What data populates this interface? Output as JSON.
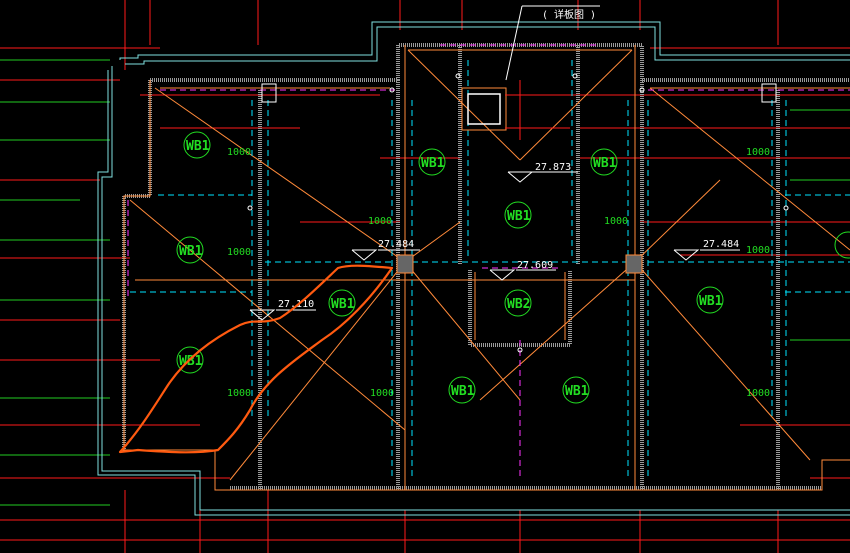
{
  "drawing": {
    "background": "#000000",
    "colors": {
      "grid_red": "#ff1a1a",
      "grid_green": "#22cc22",
      "wall_cyan": "#7fe0e0",
      "wall_gray": "#9a9a9a",
      "beam_orange": "#ff8a3a",
      "dash_cyan": "#00e5ff",
      "dash_magenta": "#ff33ff",
      "slab_green": "#22dd22",
      "text_white": "#ffffff",
      "markup_orange": "#ff5a10"
    },
    "top_callout": "( 详板图 )",
    "slab_tag": "WB1",
    "slab_tag_alt": "WB2",
    "slab_thickness": "1000",
    "elevations": {
      "e1": "27.873",
      "e2": "27.484",
      "e3": "27.609",
      "e4": "27.484",
      "e5": "27.110"
    }
  }
}
